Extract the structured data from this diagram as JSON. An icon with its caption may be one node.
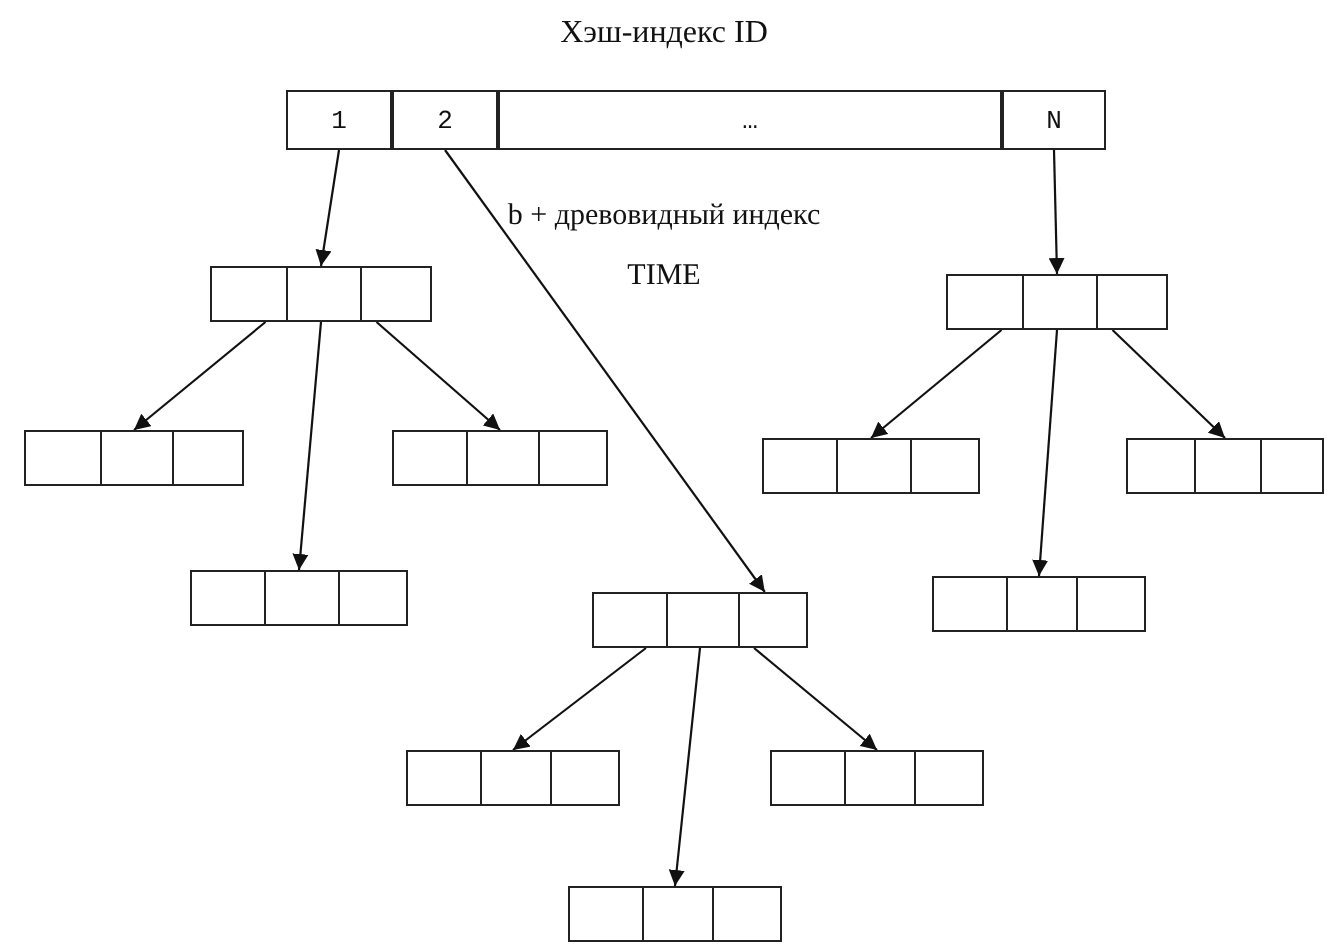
{
  "diagram": {
    "title": "Хэш-индекс ID",
    "nodes": [
      {
        "text": [
          "1"
        ]
      },
      {
        "text": [
          "2"
        ]
      },
      {
        "text": [
          "…"
        ]
      },
      {
        "text": [
          "N"
        ]
      },
      {
        "text": [],
        "shape": "box"
      },
      {
        "text": [],
        "shape": "box"
      },
      {
        "text": [],
        "shape": "box"
      },
      {
        "text": [],
        "shape": "box"
      },
      {
        "text": [],
        "shape": "box"
      },
      {
        "text": [],
        "shape": "box"
      },
      {
        "text": [],
        "shape": "box"
      },
      {
        "text": [],
        "shape": "box"
      },
      {
        "text": [],
        "shape": "box"
      },
      {
        "text": [],
        "shape": "box"
      },
      {
        "text": [],
        "shape": "box"
      },
      {
        "text": [],
        "shape": "box"
      }
    ],
    "edges": [
      {
        "from": 0,
        "to": 4,
        "arrow": "to"
      },
      {
        "from": 1,
        "to": 8,
        "arrow": "to"
      },
      {
        "from": 3,
        "to": 12,
        "arrow": "to"
      },
      {
        "from": 4,
        "to": 5,
        "arrow": "to"
      },
      {
        "from": 4,
        "to": 6,
        "arrow": "to"
      },
      {
        "from": 4,
        "to": 7,
        "arrow": "to"
      },
      {
        "from": 8,
        "to": 9,
        "arrow": "to"
      },
      {
        "from": 8,
        "to": 10,
        "arrow": "to"
      },
      {
        "from": 8,
        "to": 11,
        "arrow": "to"
      },
      {
        "from": 12,
        "to": 13,
        "arrow": "to"
      },
      {
        "from": 12,
        "to": 14,
        "arrow": "to"
      },
      {
        "from": 12,
        "to": 15,
        "arrow": "to"
      }
    ],
    "labels": [
      "b + древовидный индекс",
      "TIME"
    ]
  }
}
